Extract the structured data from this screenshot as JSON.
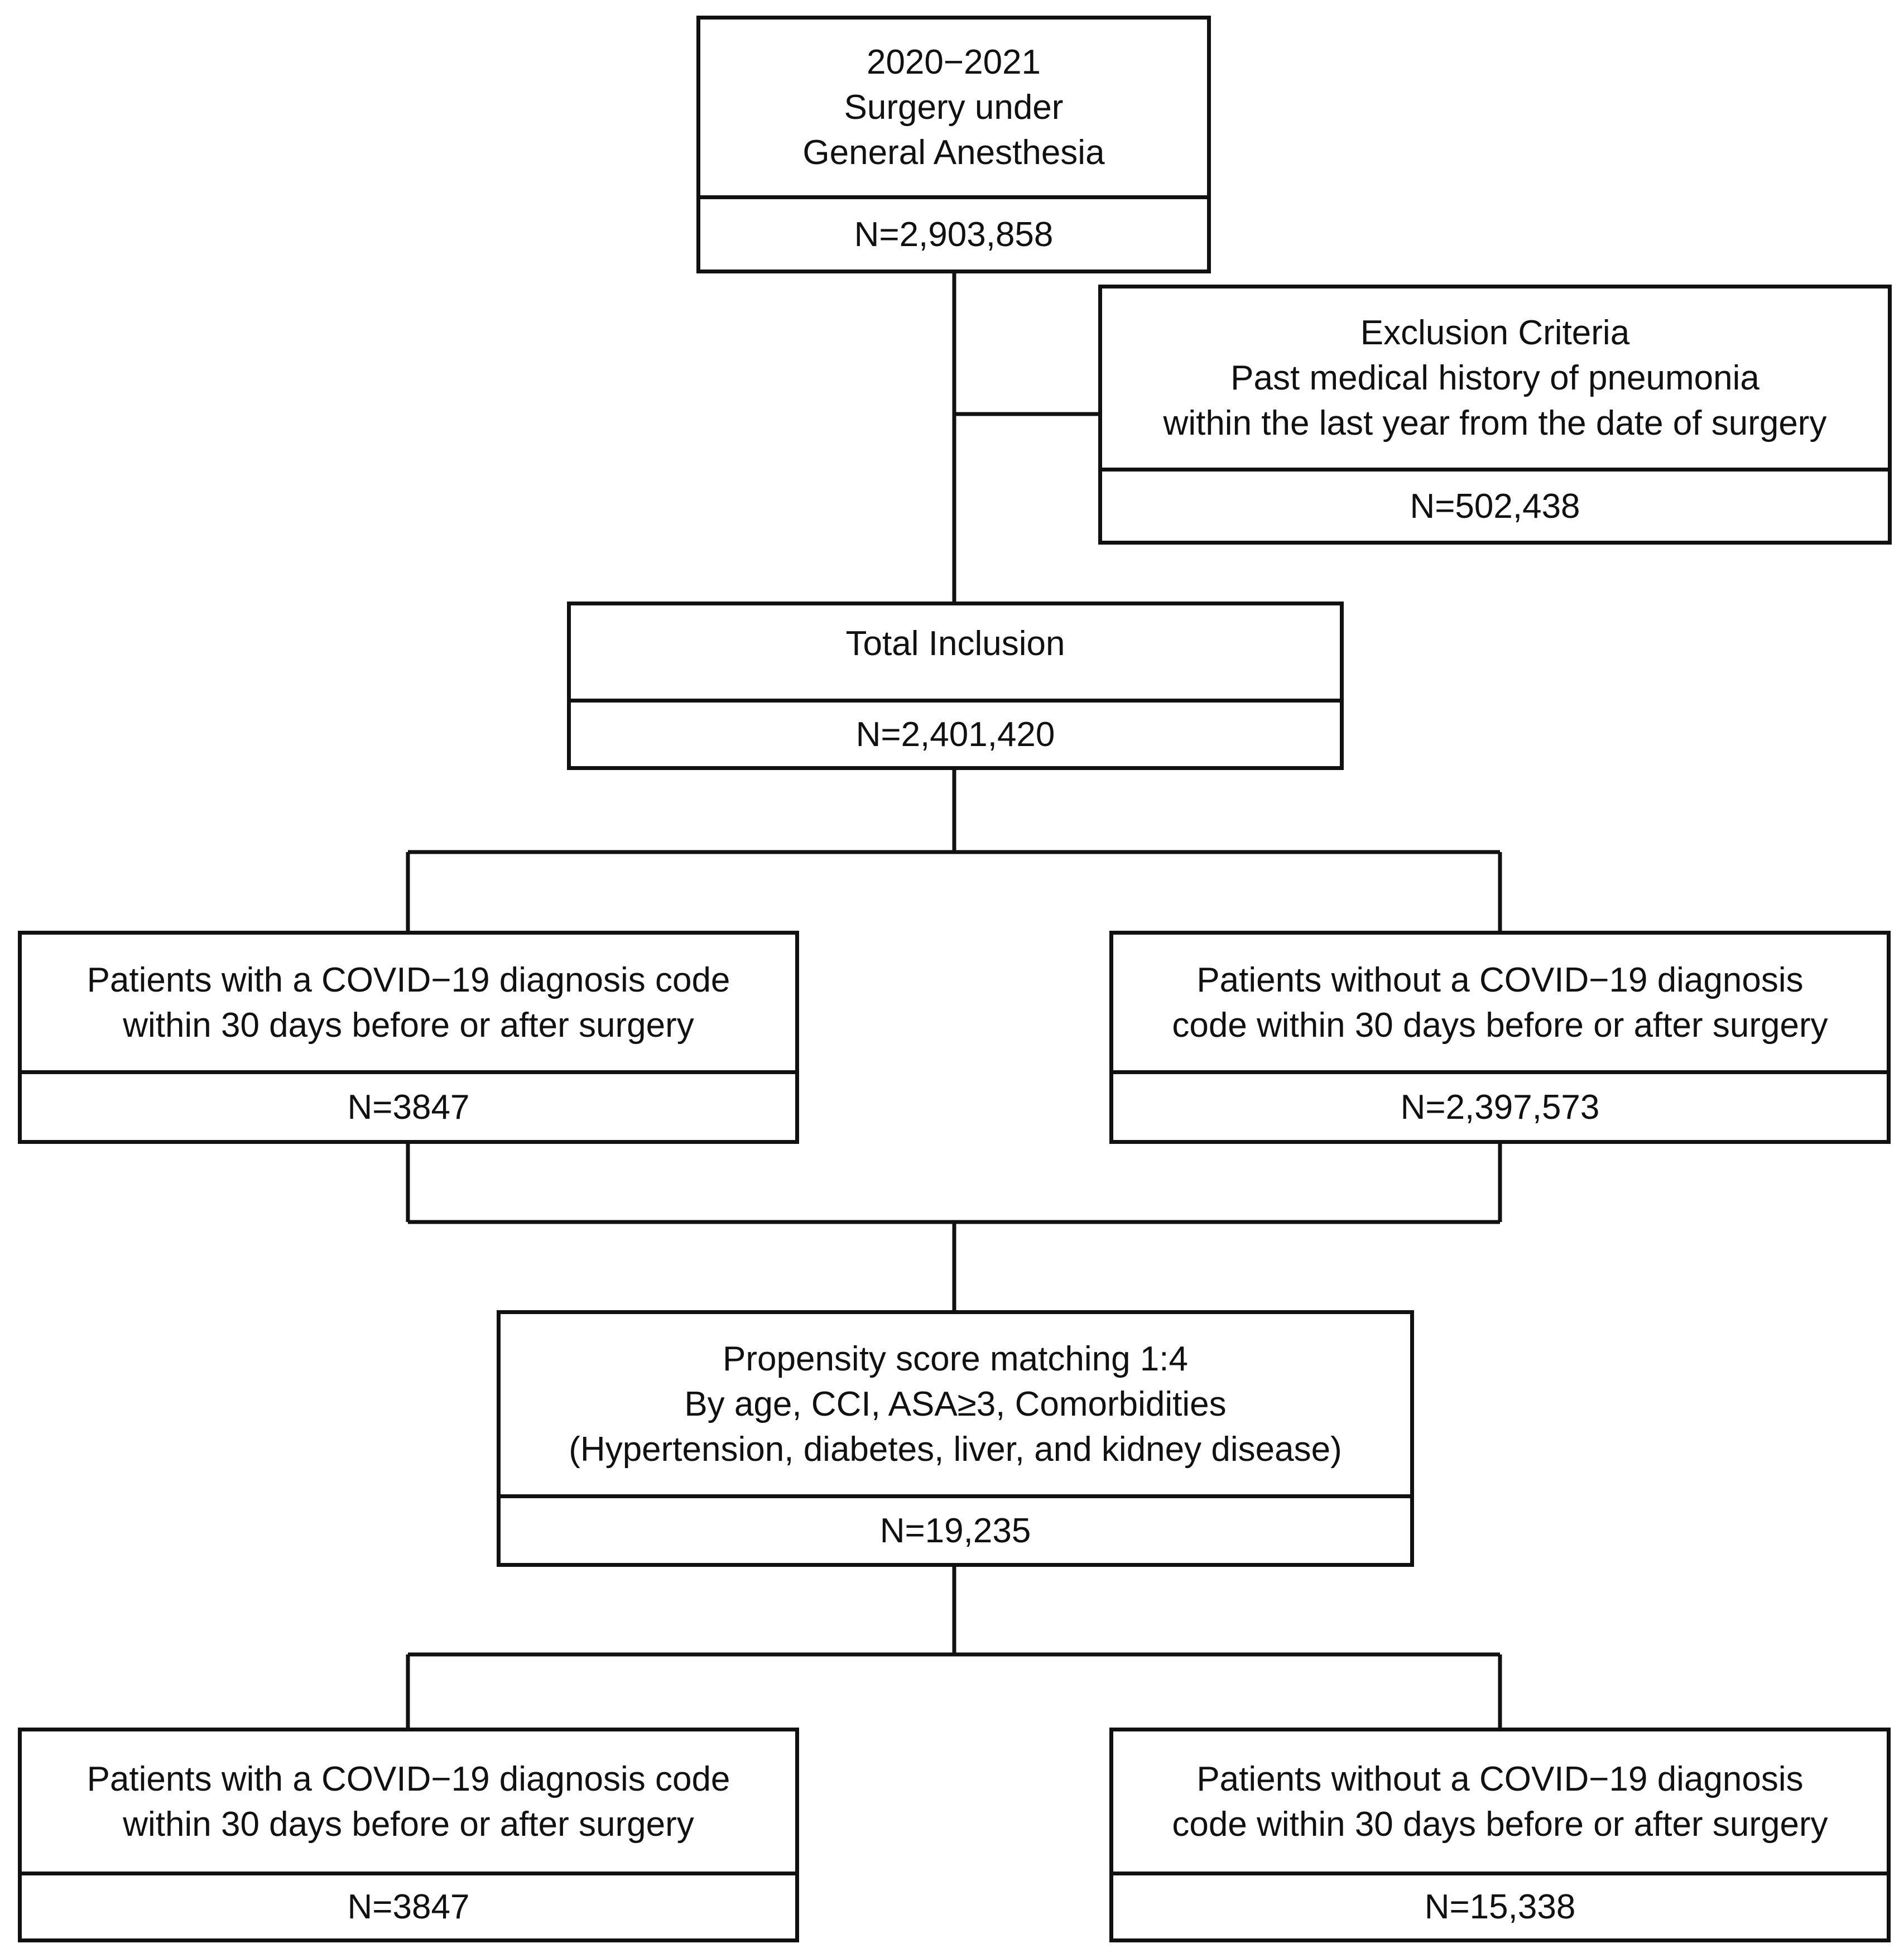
{
  "boxes": {
    "surgery": {
      "lines": [
        "2020−2021",
        "Surgery under",
        "General Anesthesia"
      ],
      "count": "N=2,903,858"
    },
    "exclusion": {
      "lines": [
        "Exclusion Criteria",
        "Past medical history of pneumonia",
        "within the last year from the date of surgery"
      ],
      "count": "N=502,438"
    },
    "inclusion": {
      "lines": [
        "Total Inclusion"
      ],
      "count": "N=2,401,420"
    },
    "covid_pre": {
      "lines": [
        "Patients with a COVID−19 diagnosis code",
        "within 30 days before or after surgery"
      ],
      "count": "N=3847"
    },
    "nocovid_pre": {
      "lines": [
        "Patients without a COVID−19 diagnosis",
        "code within 30 days before or after surgery"
      ],
      "count": "N=2,397,573"
    },
    "psm": {
      "lines": [
        "Propensity score matching 1:4",
        "By age, CCI, ASA≥3, Comorbidities",
        "(Hypertension, diabetes, liver, and kidney disease)"
      ],
      "count": "N=19,235"
    },
    "covid_post": {
      "lines": [
        "Patients with a COVID−19 diagnosis code",
        "within 30 days before or after surgery"
      ],
      "count": "N=3847"
    },
    "nocovid_post": {
      "lines": [
        "Patients without a COVID−19 diagnosis",
        "code within 30 days before or after surgery"
      ],
      "count": "N=15,338"
    }
  },
  "colors": {
    "line": "#111111",
    "background": "#ffffff"
  }
}
